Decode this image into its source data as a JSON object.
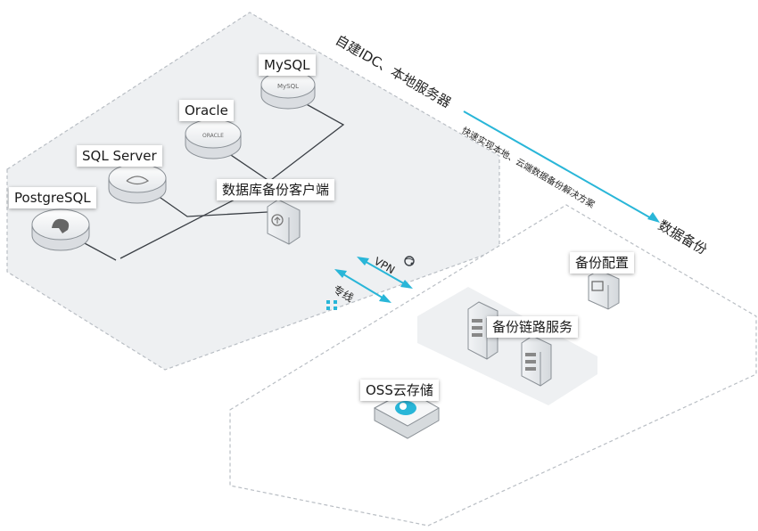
{
  "labels": {
    "mysql": "MySQL",
    "oracle": "Oracle",
    "sqlserver": "SQL Server",
    "postgresql": "PostgreSQL",
    "backup_client": "数据库备份客户端",
    "idc": "自建IDC、本地服务器",
    "fast_solution": "快速实现本地、云端数据备份解决方案",
    "data_backup": "数据备份",
    "vpn": "VPN",
    "dedicated_line": "专线",
    "backup_config": "备份配置",
    "backup_link_service": "备份链路服务",
    "oss_storage": "OSS云存储",
    "mysql_logo_text": "MySQL",
    "oracle_logo_text": "ORACLE"
  },
  "icons": {
    "db": "database-cylinder-icon",
    "server": "server-rack-icon",
    "storage": "oss-storage-icon",
    "vpn": "vpn-globe-icon",
    "line": "network-line-icon"
  },
  "colors": {
    "accent": "#29b6d8",
    "region_fill": "#eef0f2",
    "dash": "#b9bec4",
    "wire": "#3a3f45"
  }
}
